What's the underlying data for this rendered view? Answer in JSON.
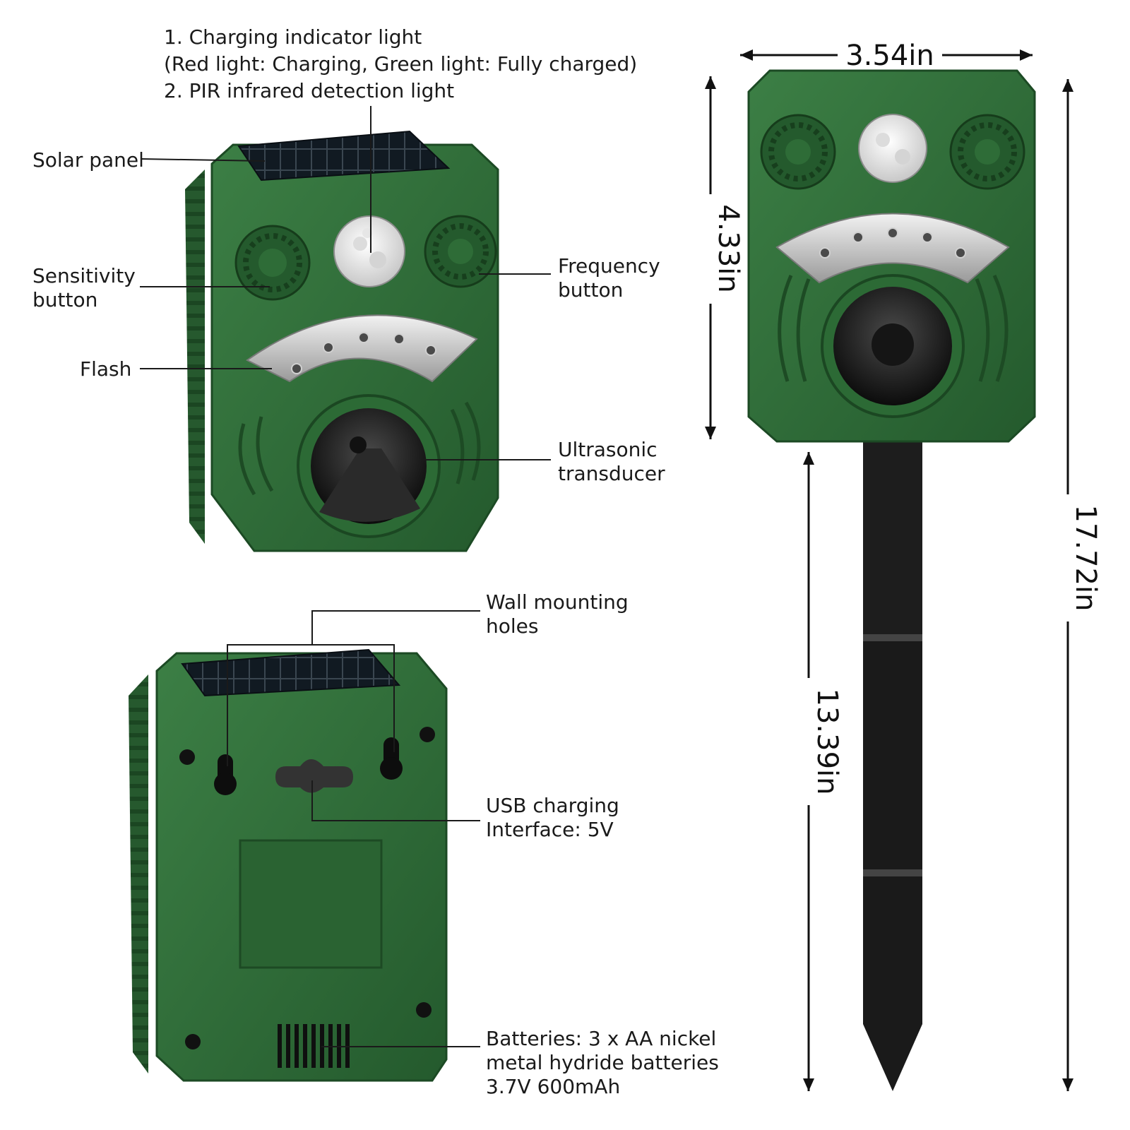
{
  "callouts": {
    "charging_line1": "1. Charging indicator light",
    "charging_line2": "(Red light: Charging, Green light: Fully charged)",
    "pir_line": "2. PIR infrared detection light",
    "solar_panel": "Solar panel",
    "sensitivity_line1": "Sensitivity",
    "sensitivity_line2": "button",
    "frequency_line1": "Frequency",
    "frequency_line2": "button",
    "flash": "Flash",
    "ultrasonic_line1": "Ultrasonic",
    "ultrasonic_line2": "transducer",
    "wall_line1": "Wall mounting",
    "wall_line2": "holes",
    "usb_line1": "USB charging",
    "usb_line2": "Interface: 5V",
    "batteries_line1": "Batteries: 3 x AA nickel",
    "batteries_line2": "metal hydride batteries",
    "batteries_line3": "3.7V 600mAh"
  },
  "dimensions": {
    "width": "3.54in",
    "head_height": "4.33in",
    "stake_length": "13.39in",
    "total_height": "17.72in"
  },
  "colors": {
    "device_green": "#2d6a35",
    "device_dark": "#1f4f27",
    "stake": "#1c1c1c",
    "line": "#1a1a1a"
  }
}
